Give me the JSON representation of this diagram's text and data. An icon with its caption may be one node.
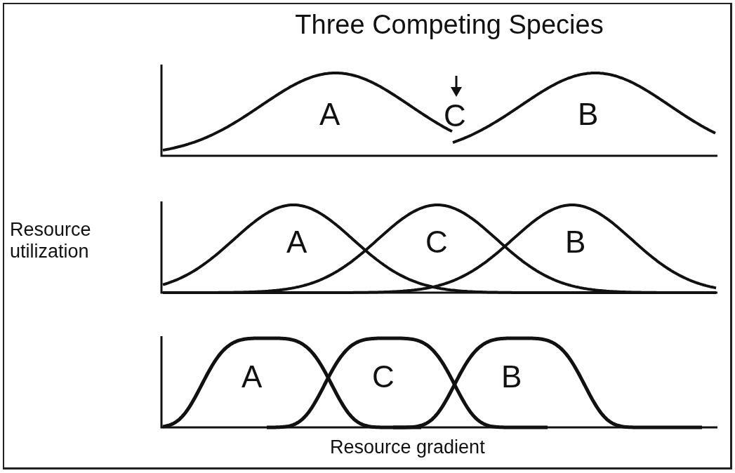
{
  "diagram": {
    "title": "Three Competing Species",
    "labels": [
      "A",
      "C",
      "B",
      "Resource utilization",
      "A",
      "C",
      "B",
      "A",
      "C",
      "B",
      "Resource gradient"
    ]
  }
}
